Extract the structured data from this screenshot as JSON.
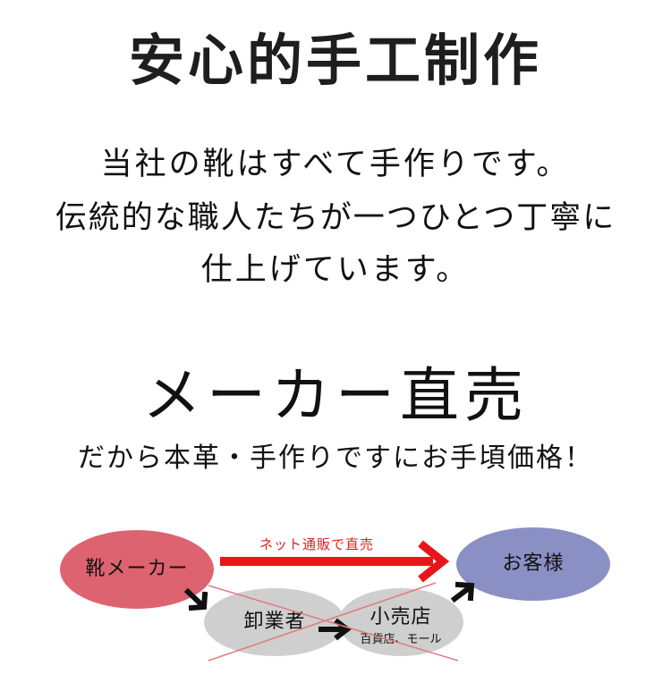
{
  "header": {
    "title": "安心的手工制作"
  },
  "intro": {
    "lines": [
      "当社の靴はすべて手作りです。",
      "伝統的な職人たちが一つひとつ丁寧に",
      "仕上げています。"
    ]
  },
  "section": {
    "subtitle": "メーカー直売",
    "tagline": "だから本革・手作りですにお手頃価格！"
  },
  "diagram": {
    "direct_route_label": "ネット通販で直売",
    "nodes": {
      "maker": {
        "label": "靴メーカー",
        "color": "#de6370"
      },
      "customer": {
        "label": "お客様",
        "color": "#8a8fc4"
      },
      "wholesaler": {
        "label": "卸業者",
        "color": "#cfcfcf"
      },
      "retailer": {
        "label": "小売店",
        "sublabel": "百貨店、モール",
        "color": "#cfcfcf"
      }
    },
    "colors": {
      "direct_arrow": "#e8161a",
      "cross_out": "#e07b82",
      "indirect_arrows": "#111111"
    }
  }
}
